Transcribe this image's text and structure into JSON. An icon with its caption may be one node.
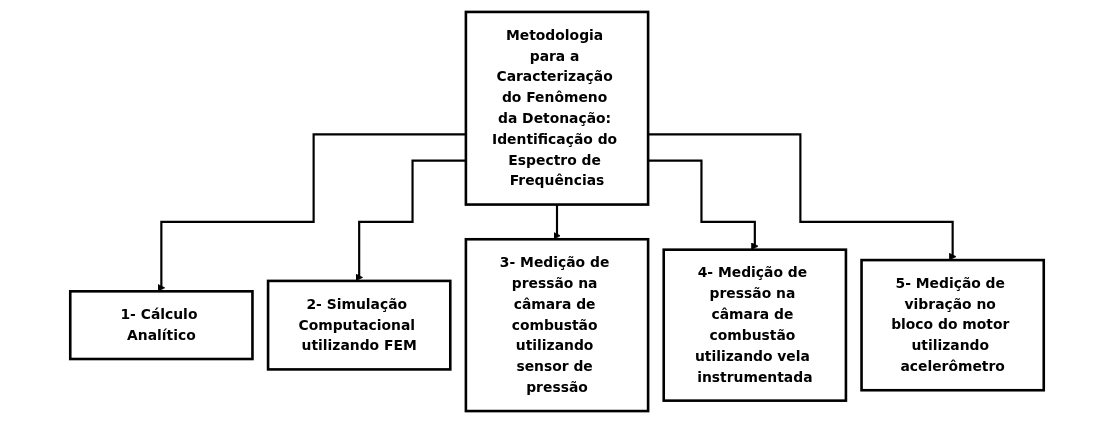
{
  "diagram": {
    "nodes": [
      {
        "text": [
          "Metodologia para a Caracterização do Fenômeno da Detonação: Identificação do Espectro de Frequências"
        ]
      },
      {
        "text": [
          "1- Cálculo Analítico"
        ]
      },
      {
        "text": [
          "2- Simulação Computacional utilizando FEM"
        ]
      },
      {
        "text": [
          "3- Medição de pressão na câmara de combustão utilizando sensor de pressão"
        ]
      },
      {
        "text": [
          "4- Medição de pressão na câmara de combustão utilizando vela instrumentada"
        ]
      },
      {
        "text": [
          "5- Medição de vibração no bloco do motor utilizando acelerômetro"
        ]
      }
    ],
    "edges": [
      {
        "from": 0,
        "to": 1,
        "arrow": "to"
      },
      {
        "from": 0,
        "to": 2,
        "arrow": "to"
      },
      {
        "from": 0,
        "to": 3,
        "arrow": "to"
      },
      {
        "from": 0,
        "to": 4,
        "arrow": "to"
      },
      {
        "from": 0,
        "to": 5,
        "arrow": "to"
      }
    ]
  }
}
